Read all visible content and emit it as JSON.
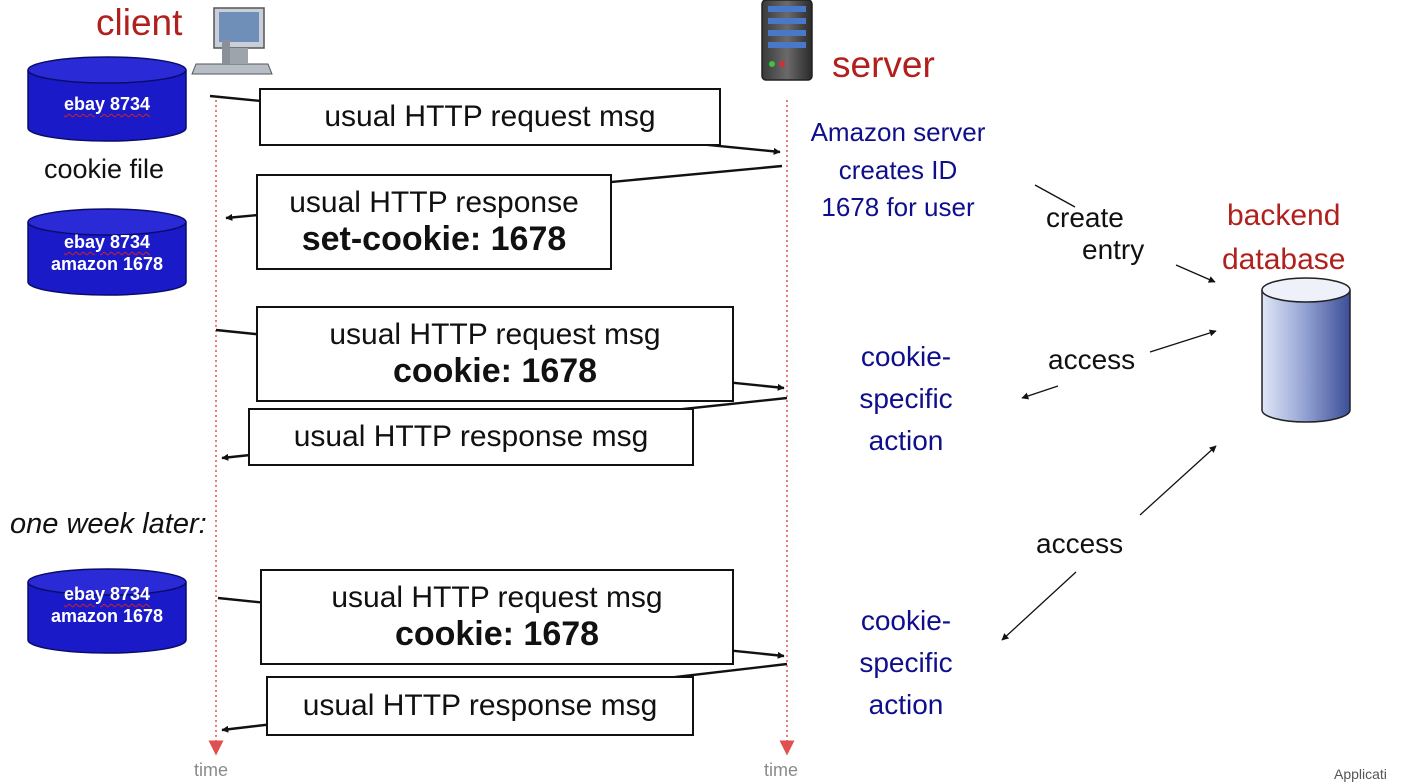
{
  "client_label": "client",
  "server_label": "server",
  "backend_label": [
    "backend",
    "database"
  ],
  "cookie_file_label": "cookie file",
  "cookie_files": [
    {
      "lines": [
        "ebay 8734"
      ]
    },
    {
      "lines": [
        "ebay 8734",
        "amazon 1678"
      ]
    },
    {
      "lines": [
        "ebay 8734",
        "amazon 1678"
      ]
    }
  ],
  "messages": [
    {
      "lines": [
        "usual HTTP request msg"
      ]
    },
    {
      "lines": [
        "usual HTTP response",
        "set-cookie: 1678"
      ]
    },
    {
      "lines": [
        "usual HTTP request msg",
        "cookie: 1678"
      ]
    },
    {
      "lines": [
        "usual HTTP response msg"
      ]
    },
    {
      "lines": [
        "usual HTTP request msg",
        "cookie: 1678"
      ]
    },
    {
      "lines": [
        "usual HTTP response msg"
      ]
    }
  ],
  "server_notes": [
    {
      "lines": [
        "Amazon server",
        "creates ID",
        "1678 for user"
      ]
    },
    {
      "lines": [
        "cookie-",
        "specific",
        "action"
      ]
    },
    {
      "lines": [
        "cookie-",
        "specific",
        "action"
      ]
    }
  ],
  "db_labels": {
    "create": "create",
    "entry": "entry",
    "access1": "access",
    "access2": "access"
  },
  "one_week_later": "one week later:",
  "time_label": "time",
  "page_ref": "Applicati",
  "colors": {
    "title_red": "#b0201c",
    "note_blue": "#0f0f8c",
    "cookie_can": "#1a1ac8",
    "db_can": "#6a7ab8",
    "timeline": "#e05050"
  }
}
